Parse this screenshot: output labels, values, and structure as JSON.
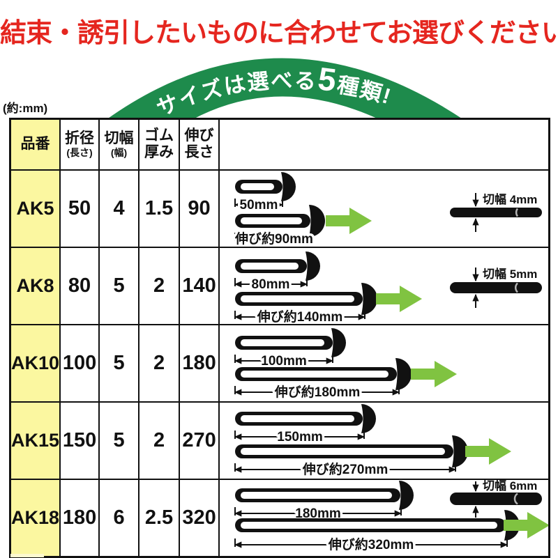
{
  "header": {
    "title": "結束・誘引したいものに合わせてお選びください",
    "unit_note": "(約:mm)"
  },
  "banner": {
    "part1": "サイズは選べる",
    "part2": "5",
    "part3": "種類!"
  },
  "colors": {
    "title_red": "#e5261f",
    "banner_green": "#1e8b4c",
    "arrow_green": "#80c341",
    "highlight_yellow": "#fbf7a0",
    "diagram_black": "#111111"
  },
  "table": {
    "columns": [
      {
        "line1": "品番",
        "line2": ""
      },
      {
        "line1": "折径",
        "line2": "(長さ)"
      },
      {
        "line1": "切幅",
        "line2": "(幅)"
      },
      {
        "line1": "ゴム",
        "line2": "厚み"
      },
      {
        "line1": "伸び",
        "line2": "長さ"
      }
    ],
    "rows": [
      {
        "id": "AK5",
        "fold_diameter": "50",
        "cut_width": "4",
        "thickness": "1.5",
        "stretch_length": "90",
        "folded_dim": "50mm",
        "stretched_dim": "伸び約90mm",
        "cross_section": "切幅 4mm"
      },
      {
        "id": "AK8",
        "fold_diameter": "80",
        "cut_width": "5",
        "thickness": "2",
        "stretch_length": "140",
        "folded_dim": "80mm",
        "stretched_dim": "伸び約140mm",
        "cross_section": "切幅 5mm"
      },
      {
        "id": "AK10",
        "fold_diameter": "100",
        "cut_width": "5",
        "thickness": "2",
        "stretch_length": "180",
        "folded_dim": "100mm",
        "stretched_dim": "伸び約180mm",
        "cross_section": ""
      },
      {
        "id": "AK15",
        "fold_diameter": "150",
        "cut_width": "5",
        "thickness": "2",
        "stretch_length": "270",
        "folded_dim": "150mm",
        "stretched_dim": "伸び約270mm",
        "cross_section": ""
      },
      {
        "id": "AK18",
        "fold_diameter": "180",
        "cut_width": "6",
        "thickness": "2.5",
        "stretch_length": "320",
        "folded_dim": "180mm",
        "stretched_dim": "伸び約320mm",
        "cross_section": "切幅 6mm"
      }
    ]
  }
}
